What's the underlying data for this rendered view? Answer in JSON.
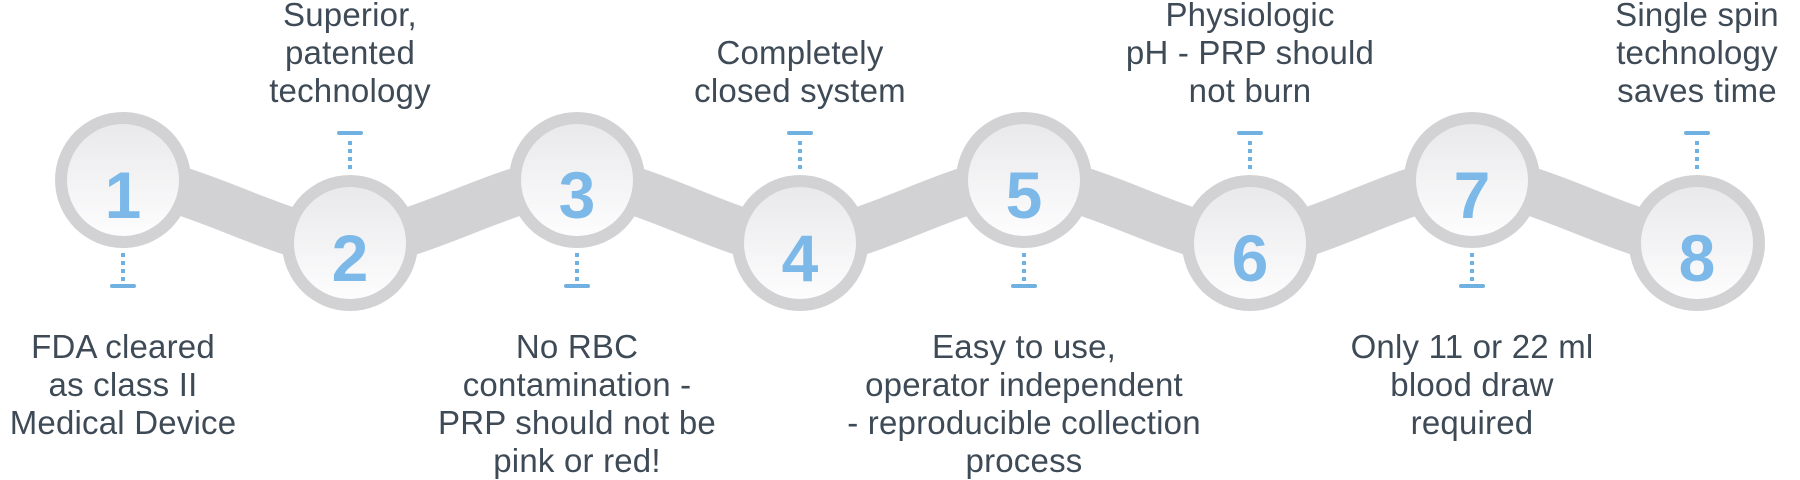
{
  "figure": {
    "type": "timeline-infographic",
    "step_count": 8,
    "description_visible_text_only": true
  },
  "colors": {
    "ribbon": "#d2d2d4",
    "inner_top": "#e9e9eb",
    "inner_bottom": "#fdfdfe",
    "number_blue": "#7cb9e8",
    "connector_blue": "#70b1e2",
    "label_text": "#3e4a56",
    "bg": "#ffffff"
  },
  "steps": [
    {
      "number": "1",
      "label": "FDA cleared\nas class II\nMedical Device",
      "label_position": "below"
    },
    {
      "number": "2",
      "label": "Superior,\npatented\ntechnology",
      "label_position": "above"
    },
    {
      "number": "3",
      "label": "No RBC\ncontamination -\nPRP should not be\npink or red!",
      "label_position": "below"
    },
    {
      "number": "4",
      "label": "Completely\nclosed system",
      "label_position": "above"
    },
    {
      "number": "5",
      "label": "Easy to use,\noperator independent\n- reproducible collection\nprocess",
      "label_position": "below"
    },
    {
      "number": "6",
      "label": "Physiologic\npH - PRP should\nnot burn",
      "label_position": "above"
    },
    {
      "number": "7",
      "label": "Only 11 or 22 ml\nblood draw\nrequired",
      "label_position": "below"
    },
    {
      "number": "8",
      "label": "Single spin\ntechnology\nsaves time",
      "label_position": "above"
    }
  ]
}
